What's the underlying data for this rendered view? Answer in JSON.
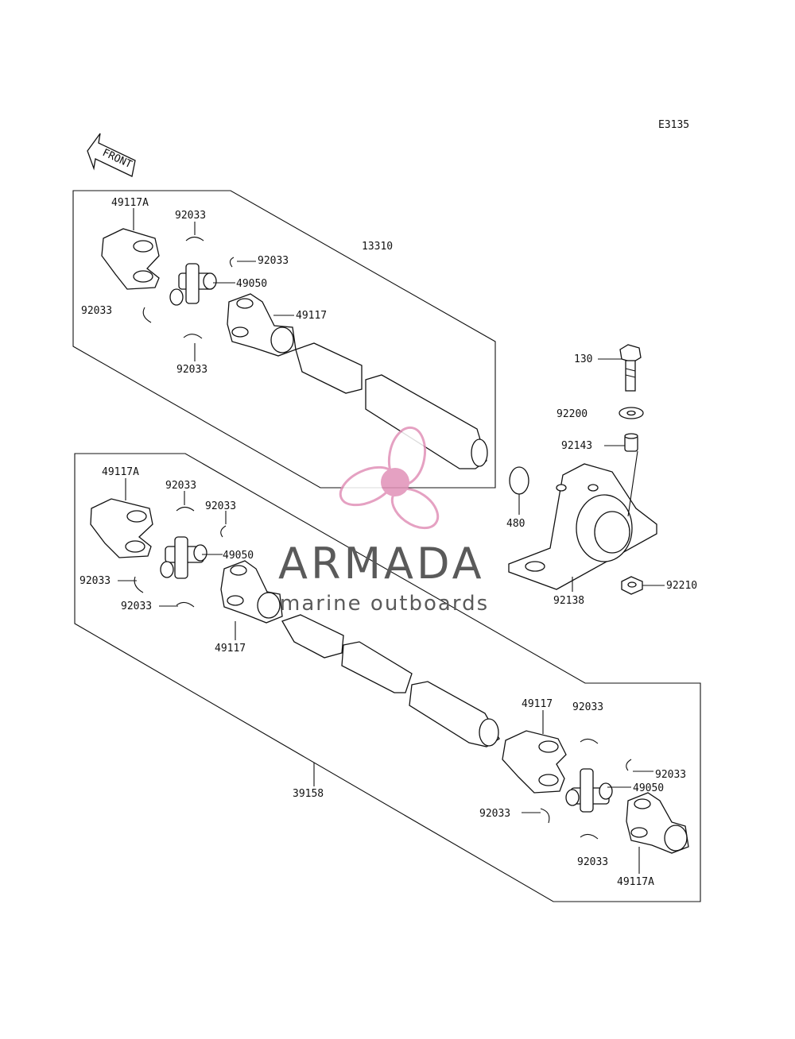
{
  "diagram_code": "E3135",
  "front_label": "FRONT",
  "watermark": {
    "title": "ARMADA",
    "subtitle": "marine outboards",
    "logo_color": "#e191b8"
  },
  "upper_assembly": {
    "callout": "13310",
    "yoke_a": "49117A",
    "yoke": "49117",
    "cross": "49050",
    "clip": "92033"
  },
  "lower_assembly": {
    "callout": "39158",
    "yoke_a": "49117A",
    "yoke": "49117",
    "cross": "49050",
    "clip": "92033"
  },
  "bearing_group": {
    "bolt": "130",
    "washer": "92200",
    "collar": "92143",
    "ring": "480",
    "housing": "92138",
    "nut": "92210"
  }
}
